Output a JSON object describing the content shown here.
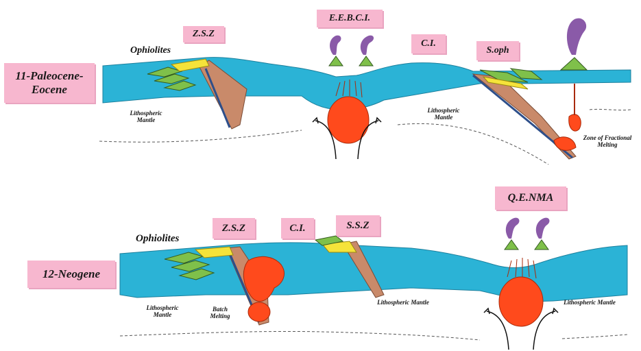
{
  "panel1": {
    "stage_label": "11-Paleocene-Eocene",
    "boxes": {
      "zsz": "Z.S.Z",
      "eebci": "E.E.B.C.I.",
      "ci": "C.I.",
      "soph": "S.oph"
    },
    "ophiolites": "Ophiolites",
    "mantle_left": "Lithospheric Mantle",
    "mantle_mid": "Lithospheric Mantle",
    "fractional": "Zone of Fractional Melting"
  },
  "panel2": {
    "stage_label": "12-Neogene",
    "boxes": {
      "zsz": "Z.S.Z",
      "ci": "C.I.",
      "ssz": "S.S.Z",
      "qenma": "Q.E.NMA"
    },
    "ophiolites": "Ophiolites",
    "mantle_left": "Lithospheric Mantle",
    "batch": "Batch Melting",
    "mantle_mid": "Lithospheric Mantle",
    "mantle_right": "Lithospheric Mantle"
  },
  "colors": {
    "crust": "#2bb3d6",
    "magma": "#ff4a1c",
    "plume": "#8a5aa8",
    "label_bg": "#f7b7cf",
    "ophiolite": "#7fc04a",
    "slab": "#c98a6a"
  }
}
